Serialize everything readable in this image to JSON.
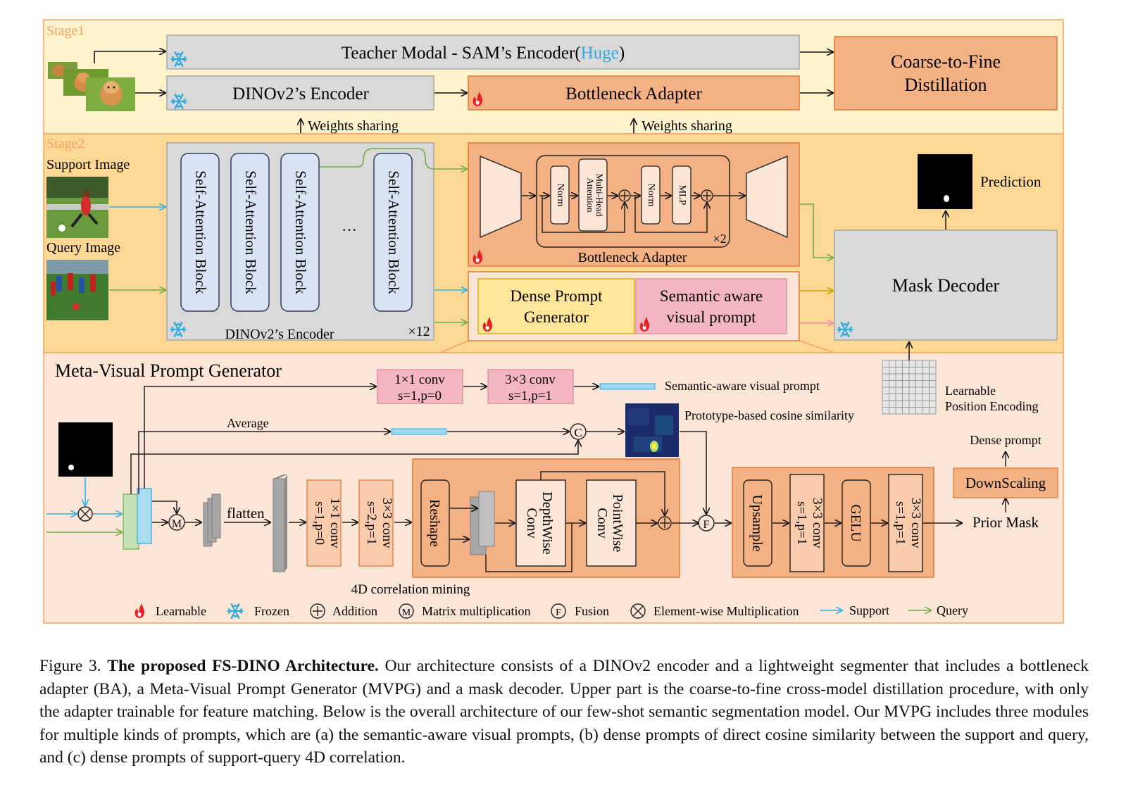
{
  "stage1": {
    "label": "Stage1",
    "teacher_prefix": "Teacher Modal - SAM’s Encoder(",
    "teacher_huge": "Huge",
    "teacher_suffix": ")",
    "dino_encoder": "DINOv2’s Encoder",
    "bottleneck_adapter": "Bottleneck Adapter",
    "distill_line1": "Coarse-to-Fine",
    "distill_line2": "Distillation",
    "weights_sharing_left": "Weights sharing",
    "weights_sharing_right": "Weights sharing"
  },
  "stage2": {
    "label": "Stage2",
    "support_image": "Support Image",
    "query_image": "Query Image",
    "sa_block": "Self-Attention Block",
    "ellipsis": "···",
    "encoder_label": "DINOv2’s Encoder",
    "times12": "×12",
    "ba_norm": "Norm",
    "ba_mha_line1": "Multi-Head",
    "ba_mha_line2": "Attention",
    "ba_norm2": "Norm",
    "ba_mlp": "MLP",
    "ba_times2": "×2",
    "ba_label": "Bottleneck Adapter",
    "dense_line1": "Dense Prompt",
    "dense_line2": "Generator",
    "sem_line1": "Semantic aware",
    "sem_line2": "visual prompt",
    "mask_decoder": "Mask Decoder",
    "prediction": "Prediction",
    "learnable_line1": "Learnable",
    "learnable_line2": "Position Encoding"
  },
  "mvpg": {
    "title": "Meta-Visual Prompt Generator",
    "conv1_line1": "1×1 conv",
    "conv1_line2": "s=1,p=0",
    "conv3_line1": "3×3 conv",
    "conv3_line2": "s=1,p=1",
    "semantic_prompt": "Semantic-aware visual prompt",
    "average": "Average",
    "proto": "Prototype-based cosine similarity",
    "flatten": "flatten",
    "v_conv1_line1": "1×1 conv",
    "v_conv1_line2": "s=1,p=0",
    "v_conv3_line1": "3×3 conv",
    "v_conv3_line2": "s=2,p=1",
    "reshape": "Reshape",
    "depthwise_line1": "DepthWise",
    "depthwise_line2": "Conv",
    "pointwise_line1": "PointWise",
    "pointwise_line2": "Conv",
    "corr_mining": "4D correlation mining",
    "upsample": "Upsample",
    "r_conv3a_line1": "3×3 conv",
    "r_conv3a_line2": "s=1,p=1",
    "gelu": "GELU",
    "r_conv3b_line1": "3×3 conv",
    "r_conv3b_line2": "s=1,p=1",
    "dense_prompt": "Dense prompt",
    "downscaling": "DownScaling",
    "prior_mask": "Prior Mask",
    "sym_c": "C",
    "sym_f": "F",
    "sym_m": "M"
  },
  "legend": {
    "learnable": "Learnable",
    "frozen": "Frozen",
    "addition": "Addition",
    "matrix": "Matrix multiplication",
    "fusion": "Fusion",
    "elementwise": "Element-wise Multiplication",
    "support": "Support",
    "query": "Query"
  },
  "caption": {
    "prefix": "Figure 3.",
    "bold": "The proposed FS-DINO Architecture.",
    "body": " Our architecture consists of a DINOv2 encoder and a lightweight segmenter that includes a bottleneck adapter (BA), a Meta-Visual Prompt Generator (MVPG) and a mask decoder.  Upper part is the coarse-to-fine cross-model distillation procedure, with only the adapter trainable for feature matching.  Below is the overall architecture of our few-shot semantic segmentation model. Our MVPG includes three modules for multiple kinds of prompts, which are (a) the semantic-aware visual prompts, (b) dense prompts of direct cosine similarity between the support and query, and (c) dense prompts of support-query 4D correlation."
  },
  "colors": {
    "stage1_bg": "#fef3cc",
    "stage2_bg": "#fcd894",
    "mvpg_bg": "#fbe5d6",
    "orange_box": "#f4b183",
    "gray_box": "#d9d9d9",
    "blue_block": "#dae3f3",
    "yellow_box": "#ffe699",
    "pink_box": "#f4b6c2",
    "support_arrow": "#2eb4e6",
    "query_arrow": "#70ad47",
    "huge_text": "#2eaadc",
    "stage_label": "#f4a460"
  }
}
